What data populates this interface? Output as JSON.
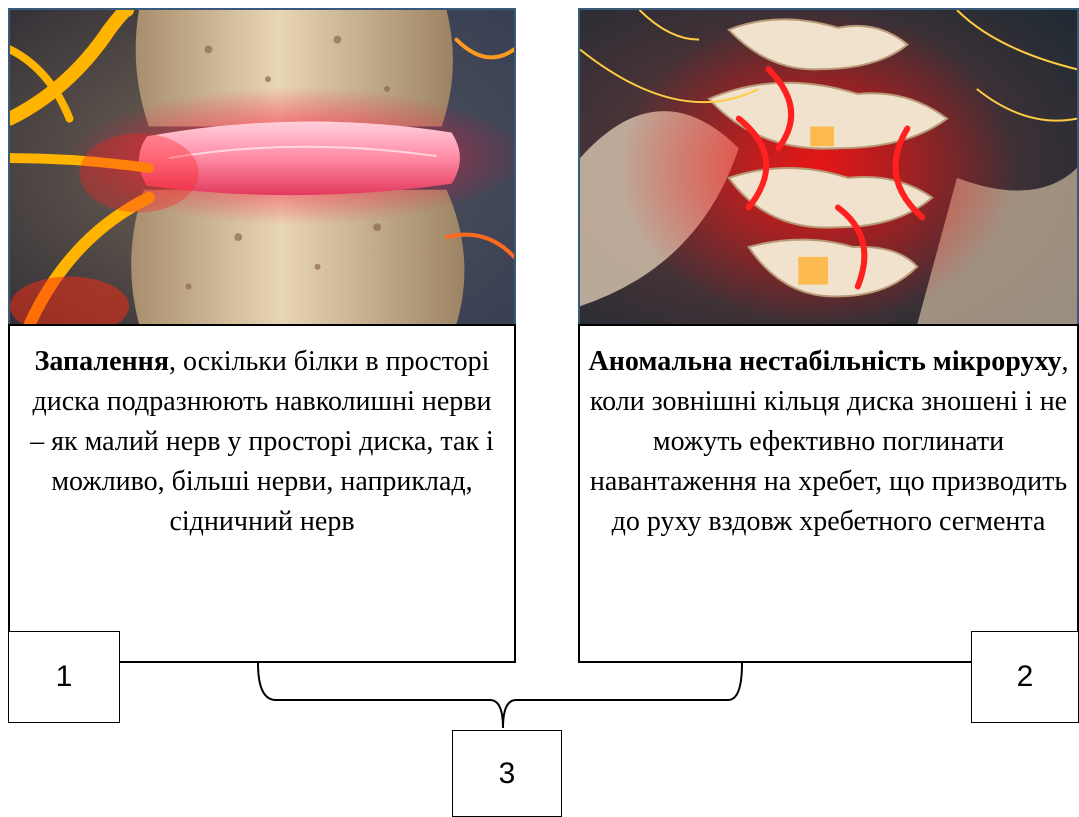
{
  "images": {
    "left": {
      "icon": "inflamed-spinal-disc-illustration",
      "accent_color": "#ff2040"
    },
    "right": {
      "icon": "inflamed-lumbar-vertebrae-illustration",
      "accent_color": "#ff1a1a"
    }
  },
  "cards": [
    {
      "bold": "Запалення",
      "text": ", оскільки білки в просторі диска подразнюють навколишні нерви – як малий нерв у просторі диска, так і можливо, більші нерви, наприклад, сідничний нерв"
    },
    {
      "bold": "Аномальна нестабільність мікроруху",
      "text": ", коли зовнішні кільця диска зношені і не можуть ефективно поглинати навантаження на хребет, що призводить до руху вздовж хребетного сегмента"
    }
  ],
  "labels": {
    "one": "1",
    "two": "2",
    "three": "3"
  }
}
